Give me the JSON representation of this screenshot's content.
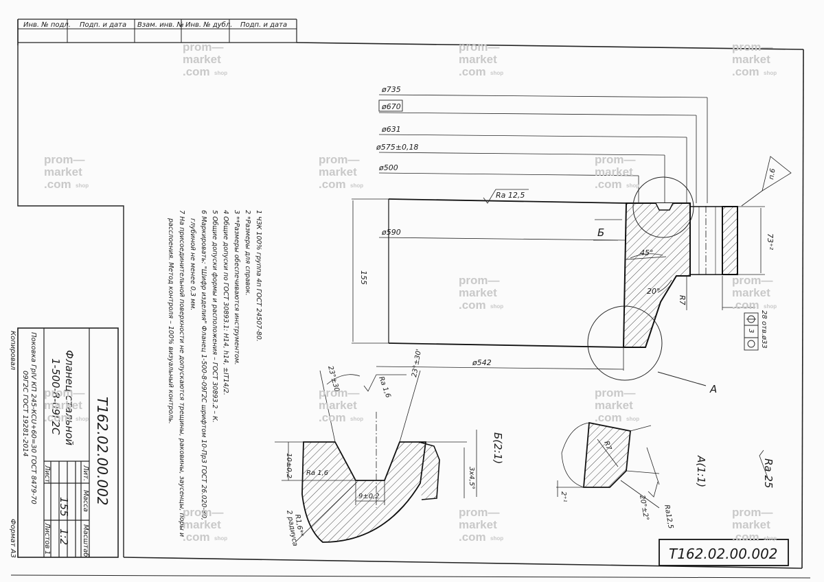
{
  "top_stamp": [
    "Инв. № подл.",
    "Подп. и дата",
    "Взам. инв. №",
    "Инв. № дубл.",
    "Подп. и дата"
  ],
  "dimensions": {
    "d735": "ø735",
    "d670": "ø670",
    "d631": "ø631",
    "d575": "ø575±0,18",
    "d500": "ø500",
    "d590": "ø590",
    "d542": "ø542",
    "h155": "155",
    "w73": "73⁺²",
    "ra125_top": "Ra 12,5",
    "a45": "45°",
    "a20": "20°",
    "r7": "R7",
    "holes": "28 отв.ø33",
    "pos_tol": "3",
    "n6": "п.6",
    "section_b": "Б",
    "view_a_ref": "А"
  },
  "detail_b": {
    "title": "Б(2:1)",
    "a23_left": "23°±30'",
    "a23_right": "23°±30'",
    "ra16_top": "Ra 1,6",
    "ra16_left": "Ra 1,6",
    "h10": "10±0,2",
    "w9": "9±0,2",
    "r16": "R1,6**",
    "radii": "2 радиуса",
    "c3": "3x4,5°"
  },
  "detail_a": {
    "title": "А(1:1)",
    "r7": "R7",
    "a20": "20°±2°",
    "c2": "2⁺¹",
    "ra125": "Ra12,5",
    "roughness_general": "Ra 25"
  },
  "notes": [
    "1  ЧЗК 100% группа 4п ГОСТ 24507-80.",
    "2  *Размеры для справок.",
    "3  **Размеры обеспечиваются инструментом.",
    "4  Общие допуски по ГОСТ 30893.1: Н14, h14, ±IT14/2.",
    "5  Общие допуски формы и расположения – ГОСТ 30893.2 – К.",
    "6  Маркировать: \"Шифр изделия\" Фланец 1-500-8-09Г2С шрифтом 10-Пр3 ГОСТ 26.020-80,",
    "    глубиной не менее 0,3 мм.",
    "7  На присоединительной поверхности не допускаются трещины, раковины, заусенцы, поры и",
    "    расслоения. Метод контроля – 100% визуальный контроль."
  ],
  "title_block": {
    "code": "Т162.02.00.002",
    "name_line1": "Фланец стальной",
    "name_line2": "1-500-8-09Г2С",
    "lit": "Лит.",
    "mass": "Масса",
    "scale": "Масштаб",
    "mass_value": "155",
    "scale_value": "1:2",
    "sheet": "Лист",
    "sheets": "Листов",
    "sheets_value": "1",
    "material_line1": "Поковка  ГрIV КП 245-КСU+60=30 ГОСТ 8479-70",
    "material_line2": "09Г2С ГОСТ 19281-2014",
    "copied": "Копировал",
    "format": "Формат   А3"
  },
  "code_box": "Т162.02.00.002",
  "watermark": {
    "l1": "prom—",
    "l2": "market",
    "l3": ".com",
    "sub": "shop"
  }
}
